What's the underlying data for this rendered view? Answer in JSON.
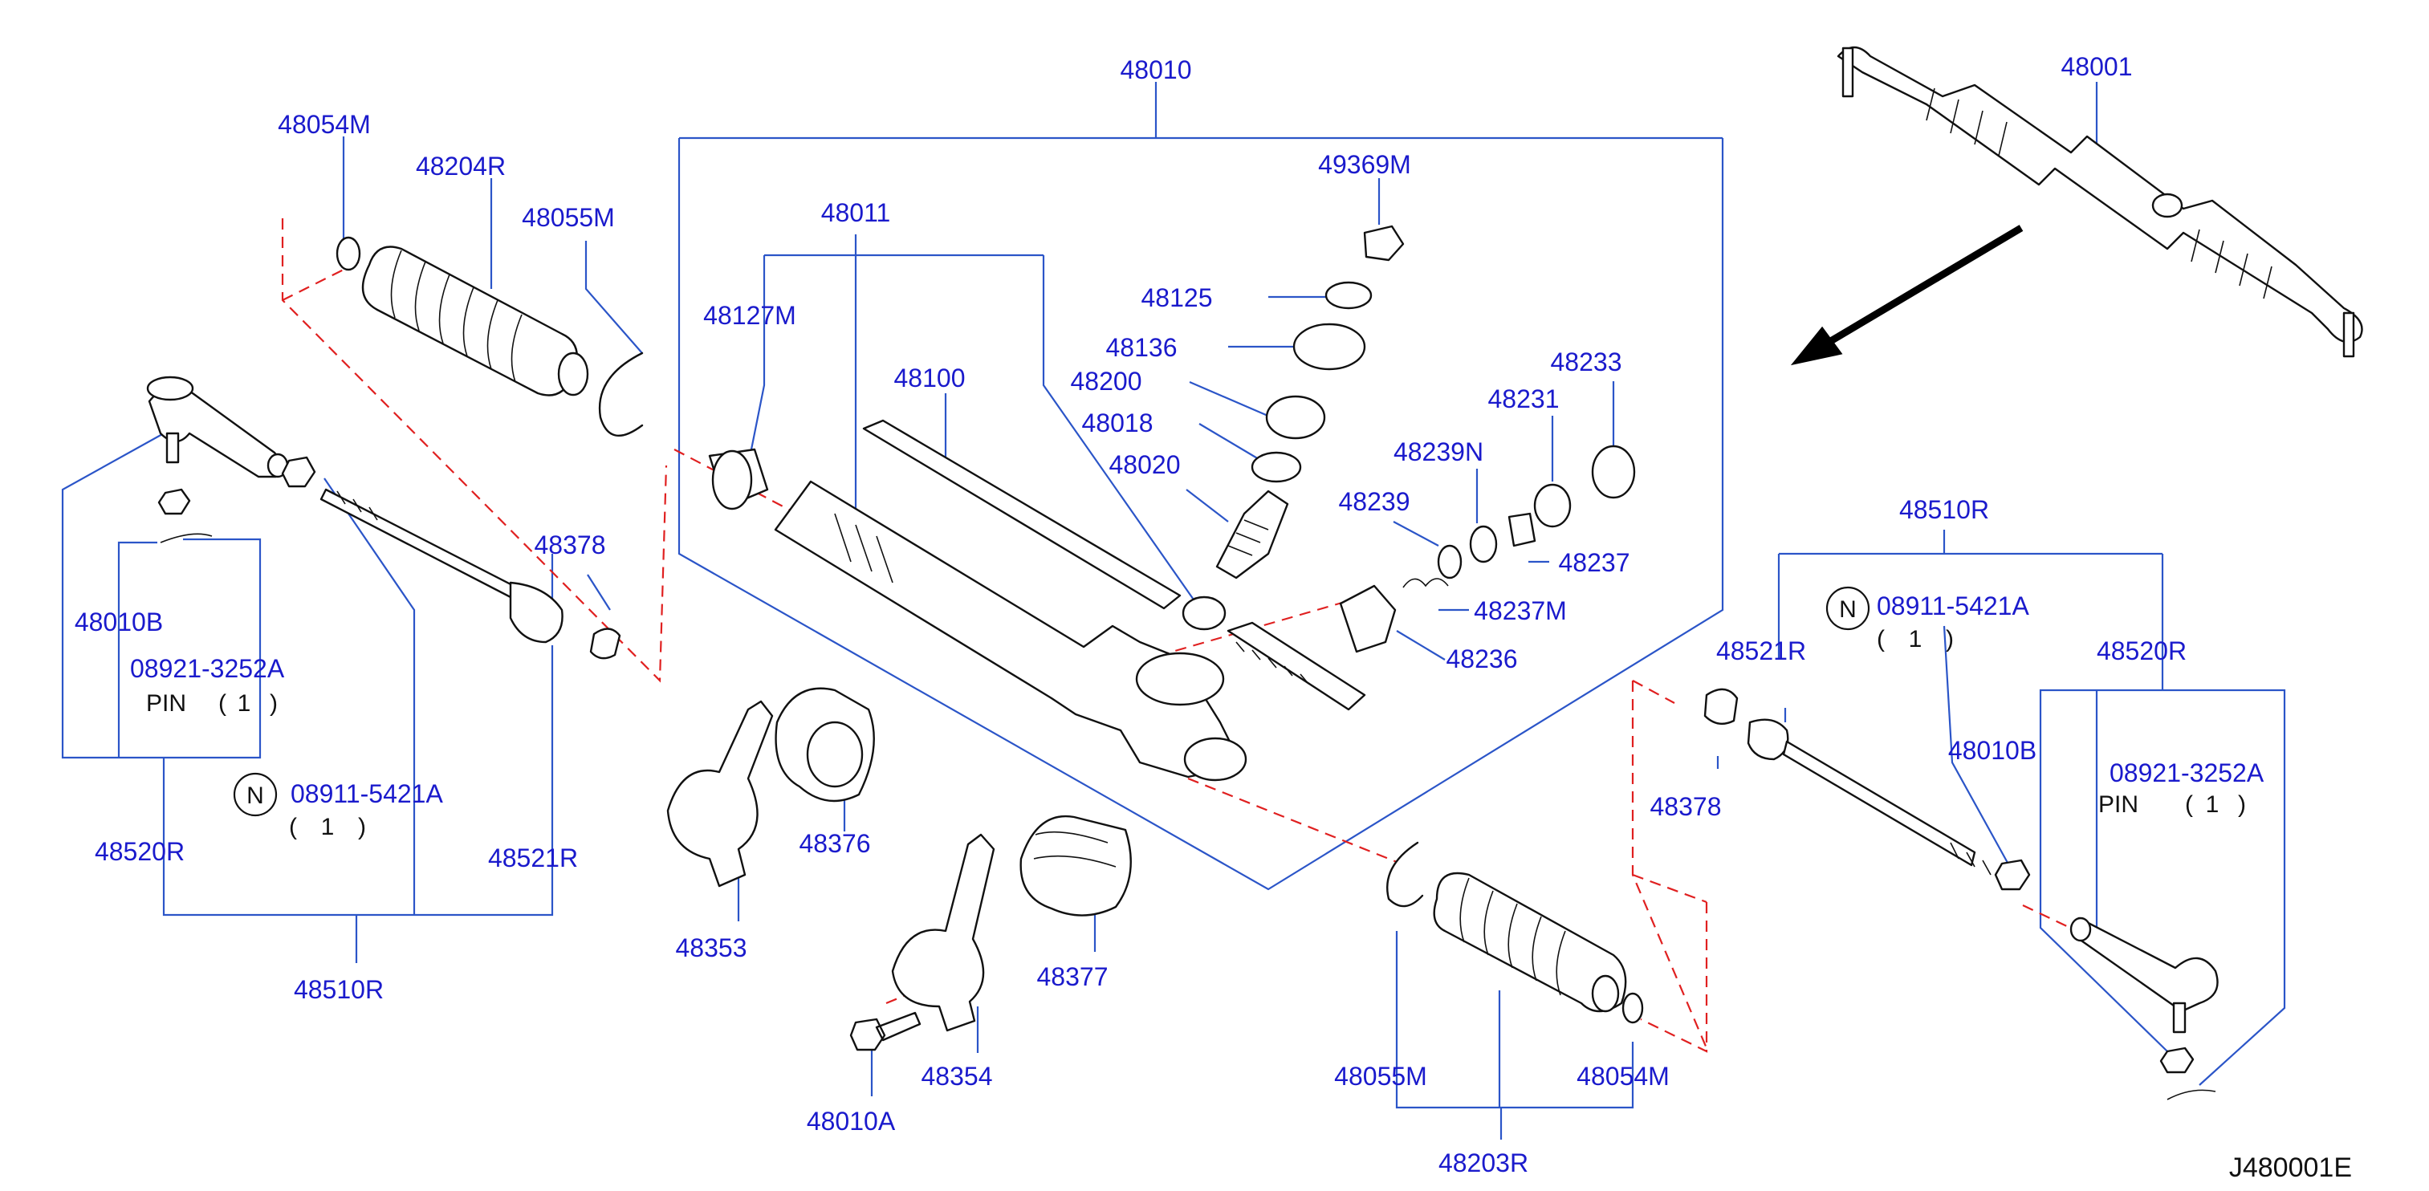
{
  "diagram_code": "J480001E",
  "labels": {
    "p48001": "48001",
    "p48010": "48010",
    "p48011": "48011",
    "p48054M_a": "48054M",
    "p48204R": "48204R",
    "p48055M_a": "48055M",
    "p48127M": "48127M",
    "p48100": "48100",
    "p49369M": "49369M",
    "p48125": "48125",
    "p48136": "48136",
    "p48200": "48200",
    "p48018": "48018",
    "p48020": "48020",
    "p48233": "48233",
    "p48231": "48231",
    "p48239N": "48239N",
    "p48239": "48239",
    "p48237": "48237",
    "p48237M": "48237M",
    "p48236": "48236",
    "p48378_a": "48378",
    "p48010B_a": "48010B",
    "p08921_a": "08921-3252A",
    "pin_a": "PIN",
    "pin_qty_a": "1",
    "n_a": "N",
    "p08911_a": "08911-5421A",
    "n_qty_a": "1",
    "p48520R_a": "48520R",
    "p48521R_a": "48521R",
    "p48510R_a": "48510R",
    "p48353": "48353",
    "p48376": "48376",
    "p48354": "48354",
    "p48377": "48377",
    "p48010A": "48010A",
    "p48055M_b": "48055M",
    "p48054M_b": "48054M",
    "p48203R": "48203R",
    "p48510R_b": "48510R",
    "n_b": "N",
    "p08911_b": "08911-5421A",
    "n_qty_b": "1",
    "p48521R_b": "48521R",
    "p48520R_b": "48520R",
    "p48378_b": "48378",
    "p48010B_b": "48010B",
    "p08921_b": "08921-3252A",
    "pin_b": "PIN",
    "pin_qty_b": "1"
  },
  "colors": {
    "label": "#1a1acc",
    "leader": "#2b55c8",
    "dashed": "#e02020",
    "part": "#111111"
  }
}
